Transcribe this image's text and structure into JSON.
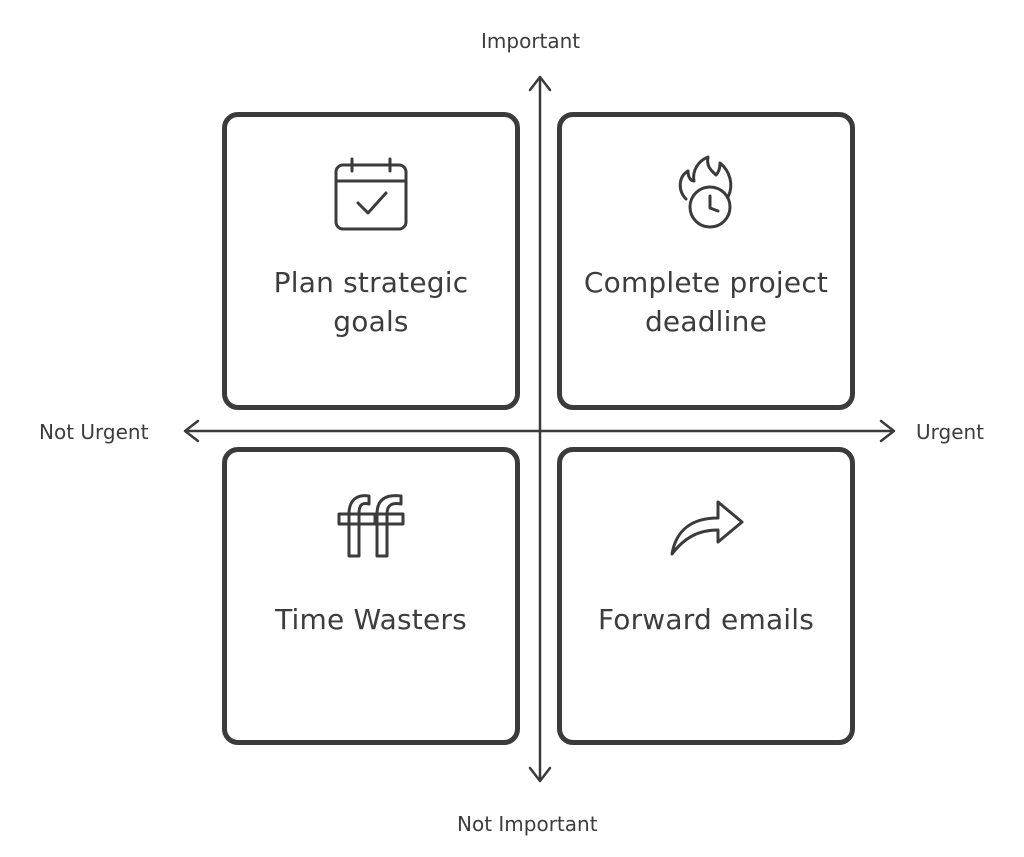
{
  "axes": {
    "top": "Important",
    "bottom": "Not Important",
    "left": "Not Urgent",
    "right": "Urgent"
  },
  "quadrants": {
    "top_left": {
      "label": "Plan strategic goals",
      "icon": "calendar-check-icon"
    },
    "top_right": {
      "label": "Complete project deadline",
      "icon": "flame-clock-icon"
    },
    "bottom_left": {
      "label": "Time Wasters",
      "icon": "ff-ligature-icon"
    },
    "bottom_right": {
      "label": "Forward emails",
      "icon": "forward-arrow-icon"
    }
  },
  "colors": {
    "stroke": "#3b3b3b",
    "text": "#3d3d3d",
    "background": "#ffffff"
  }
}
